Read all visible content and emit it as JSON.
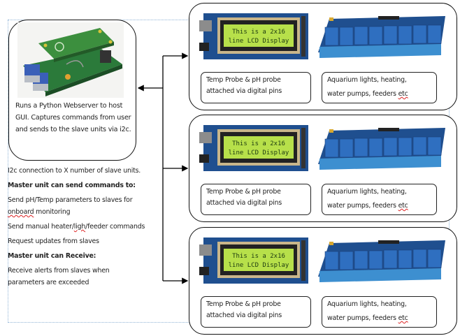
{
  "master": {
    "image": "raspberry-pi-image",
    "description": "Runs a Python Webserver to host GUI. Captures commands from user and sends to the slave units via i2c."
  },
  "notes": {
    "connection": "I2c connection to X number of slave units.",
    "send_heading": "Master unit can send commands to:",
    "send_items": [
      {
        "pre": "Send pH/Temp parameters to slaves for ",
        "squiggle": "onboard",
        "post": " monitoring"
      },
      {
        "pre": "Send manual heater/",
        "squiggle": "ligh",
        "post": "/feeder commands"
      },
      {
        "pre": "Request updates from slaves",
        "squiggle": "",
        "post": ""
      }
    ],
    "receive_heading": "Master unit can  Receive:",
    "receive_items": [
      "Receive alerts from slaves when parameters are exceeded"
    ]
  },
  "slaves": [
    {
      "lcd_line1": "This is a 2x16",
      "lcd_line2": "line LCD Display",
      "probe_label": "Temp Probe & pH probe attached via digital pins",
      "output_label_line1": "Aquarium  lights, heating,",
      "output_label_line2": "water pumps, feeders ",
      "output_label_squiggle": "etc"
    },
    {
      "lcd_line1": "This is a 2x16",
      "lcd_line2": "line LCD Display",
      "probe_label": "Temp Probe & pH probe attached via digital pins",
      "output_label_line1": "Aquarium  lights, heating,",
      "output_label_line2": "water pumps, feeders ",
      "output_label_squiggle": "etc"
    },
    {
      "lcd_line1": "This is a 2x16",
      "lcd_line2": "line LCD Display",
      "probe_label": "Temp Probe & pH probe attached via digital pins",
      "output_label_line1": "Aquarium  lights, heating,",
      "output_label_line2": "water pumps, feeders ",
      "output_label_squiggle": "etc"
    }
  ],
  "colors": {
    "lcd_green": "#b7e04a",
    "board_blue": "#1f4f8f",
    "relay_blue": "#2f6fc0",
    "frame_dotted": "#8fb3d6"
  }
}
